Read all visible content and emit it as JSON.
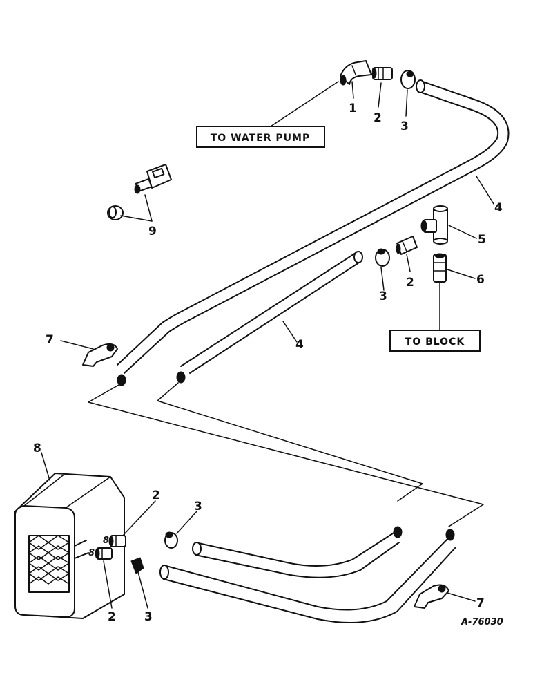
{
  "labels": {
    "to_water_pump": "TO WATER PUMP",
    "to_block": "TO BLOCK",
    "drawing_number": "A-76030"
  },
  "callouts": {
    "n1": "1",
    "n2_top": "2",
    "n3_top": "3",
    "n4_upper": "4",
    "n5": "5",
    "n6": "6",
    "n2_mid": "2",
    "n3_mid": "3",
    "n4_lower": "4",
    "n9": "9",
    "n7_left": "7",
    "n8": "8",
    "n2_heater_upper": "2",
    "n3_heater_upper": "3",
    "n2_heater_lower": "2",
    "n3_heater_lower": "3",
    "n7_right": "7"
  }
}
